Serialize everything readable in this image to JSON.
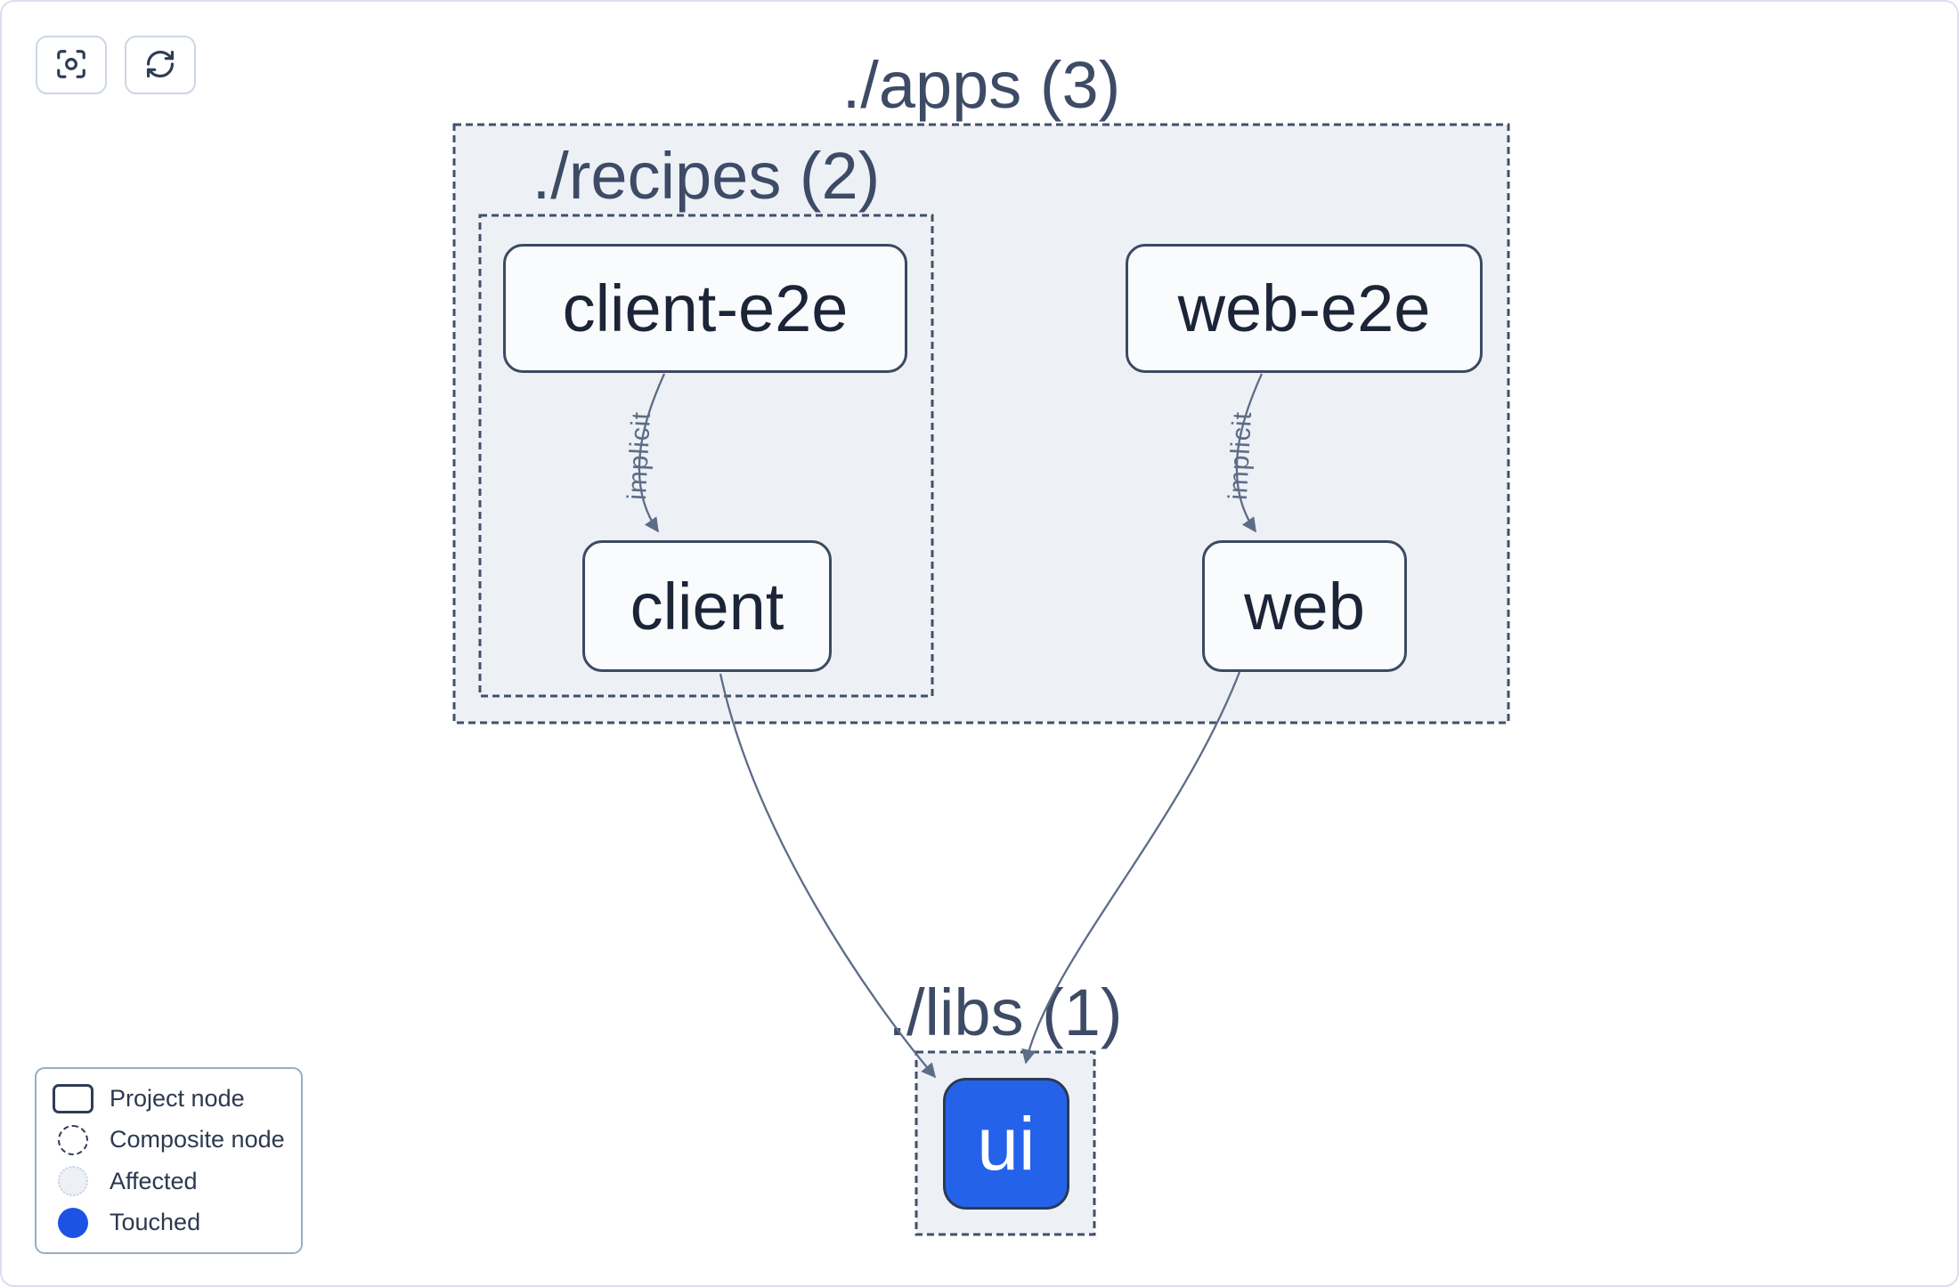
{
  "toolbar": {
    "buttons": [
      {
        "icon": "focus-icon"
      },
      {
        "icon": "refresh-icon"
      }
    ]
  },
  "graph": {
    "groups": [
      {
        "id": "apps",
        "label": "./apps (3)"
      },
      {
        "id": "recipes",
        "label": "./recipes (2)"
      },
      {
        "id": "libs",
        "label": "./libs (1)"
      }
    ],
    "nodes": [
      {
        "id": "client-e2e",
        "label": "client-e2e",
        "state": "normal"
      },
      {
        "id": "web-e2e",
        "label": "web-e2e",
        "state": "normal"
      },
      {
        "id": "client",
        "label": "client",
        "state": "normal"
      },
      {
        "id": "web",
        "label": "web",
        "state": "normal"
      },
      {
        "id": "ui",
        "label": "ui",
        "state": "touched"
      }
    ],
    "edges": [
      {
        "from": "client-e2e",
        "to": "client",
        "label": "implicit"
      },
      {
        "from": "web-e2e",
        "to": "web",
        "label": "implicit"
      },
      {
        "from": "client",
        "to": "ui",
        "label": ""
      },
      {
        "from": "web",
        "to": "ui",
        "label": ""
      }
    ]
  },
  "legend": {
    "items": [
      {
        "swatch": "project",
        "label": "Project node"
      },
      {
        "swatch": "composite",
        "label": "Composite node"
      },
      {
        "swatch": "affected",
        "label": "Affected"
      },
      {
        "swatch": "touched",
        "label": "Touched"
      }
    ]
  },
  "colors": {
    "touched_blue": "#2463e9",
    "legend_touched_blue": "#1d53e4",
    "group_fill": "#edf1f6",
    "group_border": "#43506b",
    "node_fill": "#fafbfd",
    "node_border": "#3c4961",
    "node_text": "#1b2537",
    "title_text": "#3e4b66",
    "edge_color": "#5d6c87",
    "affected_fill": "#edf1f6"
  }
}
